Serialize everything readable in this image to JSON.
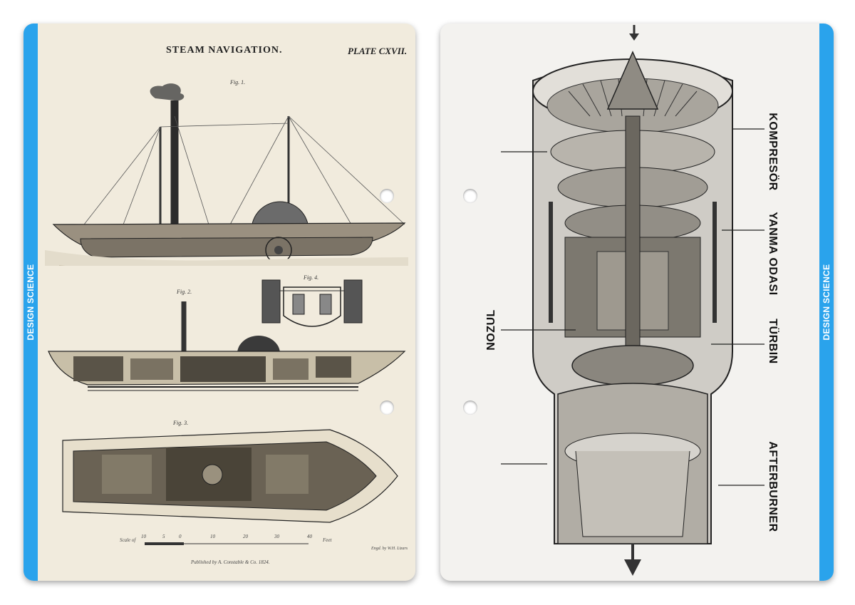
{
  "left_card": {
    "side_label": "DESIGN SCIENCE",
    "title": "STEAM NAVIGATION.",
    "plate_number": "PLATE CXVII.",
    "figures": {
      "fig1": "Fig. 1.",
      "fig2": "Fig. 2.",
      "fig3": "Fig. 3.",
      "fig4": "Fig. 4."
    },
    "scale_label": "Scale of",
    "scale_ticks": [
      "10",
      "5",
      "0",
      "10",
      "20",
      "30",
      "40"
    ],
    "scale_unit": "Feet",
    "publisher": "Published by A. Constable & Co. 1824.",
    "engraver": "Engd. by W.H. Lizars"
  },
  "right_card": {
    "side_label": "DESIGN SCIENCE",
    "labels": {
      "compressor": "KOMPRESÖR",
      "combustion": "YANMA ODASI",
      "turbine": "TÜRBIN",
      "afterburner": "AFTERBURNER",
      "nozzle": "NOZUL"
    }
  },
  "colors": {
    "accent_strip": "#2aa3ec",
    "paper_vintage": "#f1ebdd",
    "paper_white": "#f3f2ef"
  }
}
